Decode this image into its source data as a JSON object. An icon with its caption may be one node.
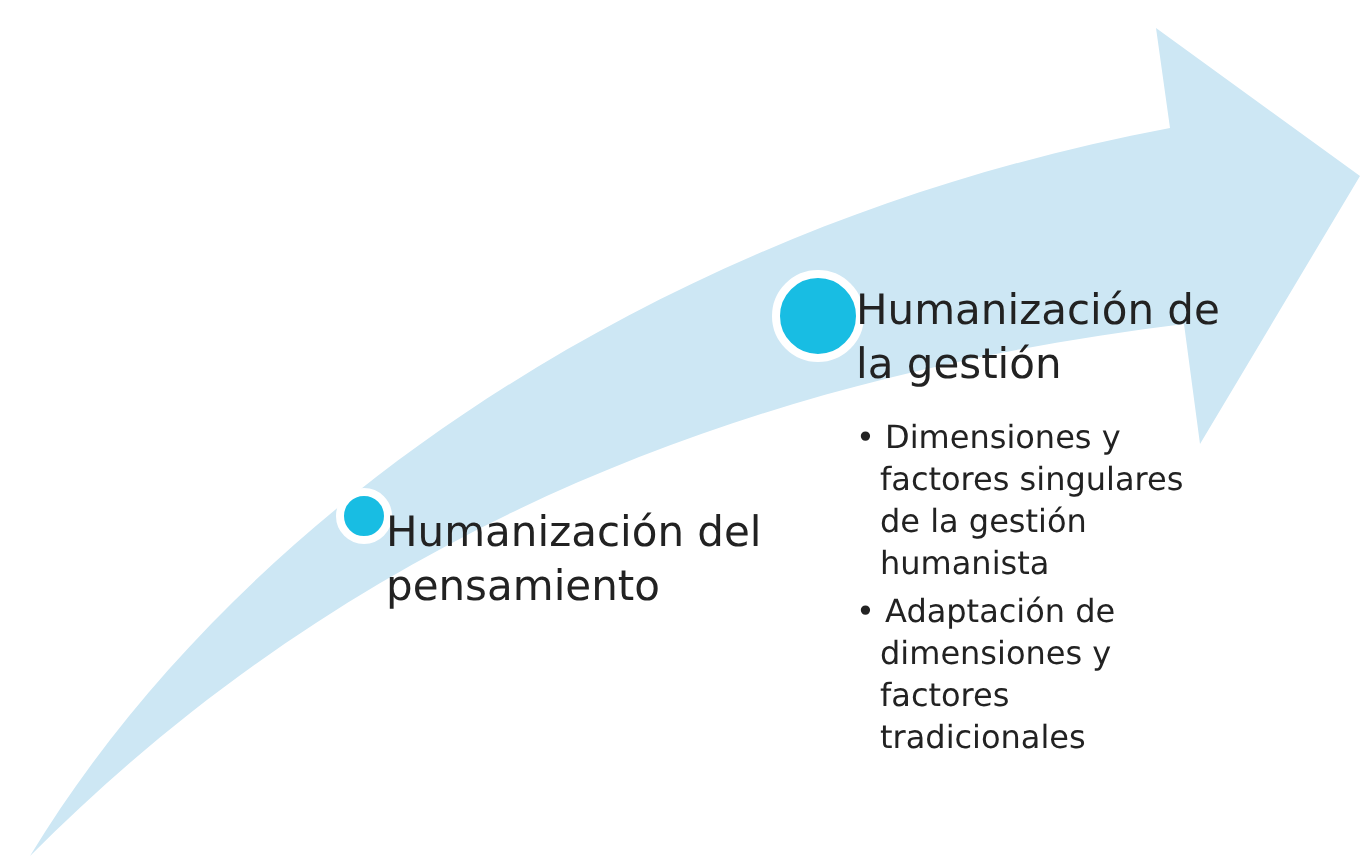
{
  "diagram": {
    "nodes": [
      {
        "text": [
          "Humanización del pensamiento"
        ]
      },
      {
        "text": [
          "Humanización de la gestión",
          "• Dimensiones y factores singulares de la gestión humanista",
          "• Adaptación de dimensiones y factores tradicionales"
        ]
      }
    ]
  }
}
